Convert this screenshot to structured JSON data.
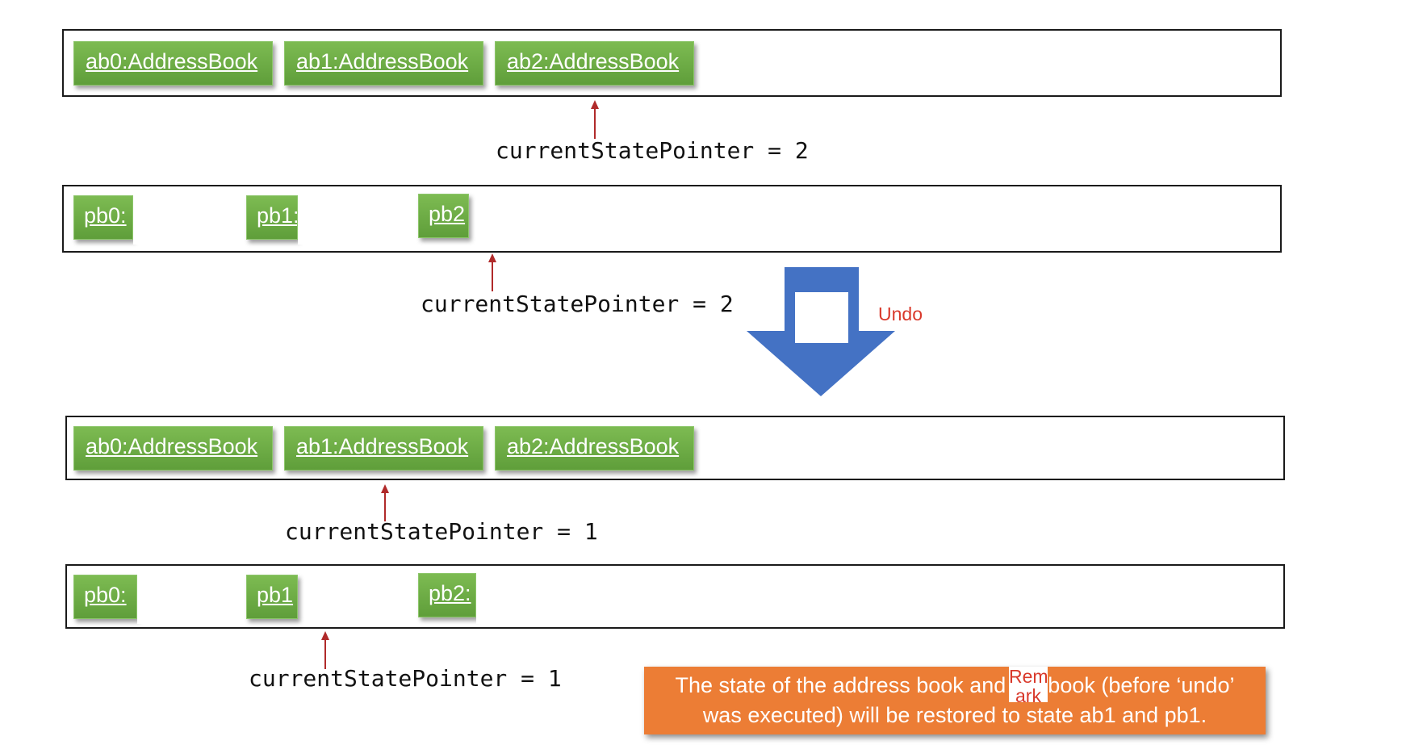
{
  "top_address_row": {
    "states": [
      "ab0:AddressBook",
      "ab1:AddressBook",
      "ab2:AddressBook"
    ],
    "pointer_label": "currentStatePointer = 2"
  },
  "top_pb_row": {
    "states": [
      "pb0:",
      "pb1:",
      "pb2"
    ],
    "pointer_label": "currentStatePointer = 2"
  },
  "transition": {
    "label": "Undo",
    "arrow_color": "#4472c4"
  },
  "bottom_address_row": {
    "states": [
      "ab0:AddressBook",
      "ab1:AddressBook",
      "ab2:AddressBook"
    ],
    "pointer_label": "currentStatePointer = 1"
  },
  "bottom_pb_row": {
    "states": [
      "pb0:",
      "pb1",
      "pb2:"
    ],
    "pointer_label": "currentStatePointer = 1"
  },
  "note": {
    "line1": "The state of the address book and",
    "line1_end": "book (before ‘undo’",
    "line2": "was executed) will be restored to state ab1 and pb1.",
    "inset_line1": "Rem",
    "inset_line2": "ark"
  },
  "colors": {
    "state_green": "#6aaa44",
    "pointer_red": "#b02a2a",
    "undo_red": "#d9392b",
    "note_orange": "#ec7d35",
    "arrow_blue": "#4472c4"
  }
}
